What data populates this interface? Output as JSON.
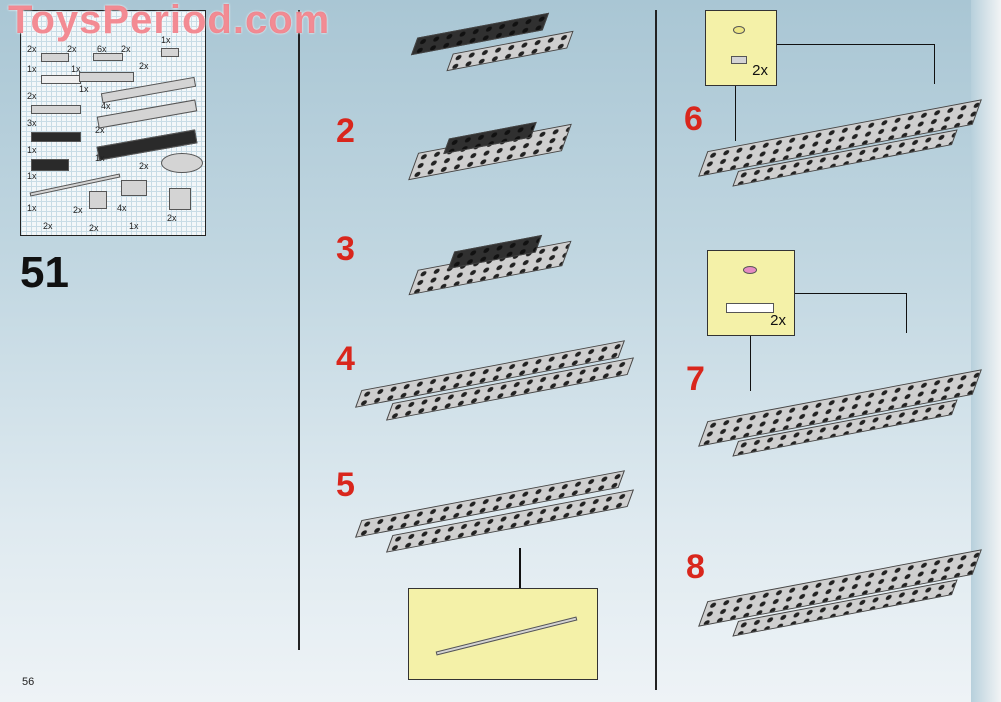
{
  "watermark": "ToysPeriod.com",
  "page_number": "56",
  "main_step": "51",
  "parts_list": {
    "counts": [
      "2x",
      "2x",
      "6x",
      "2x",
      "1x",
      "1x",
      "1x",
      "2x",
      "2x",
      "1x",
      "4x",
      "3x",
      "2x",
      "1x",
      "1x",
      "1x",
      "2x",
      "1x",
      "2x",
      "4x",
      "2x",
      "2x",
      "2x",
      "1x"
    ]
  },
  "steps": [
    "2",
    "3",
    "4",
    "5",
    "6",
    "7",
    "8"
  ],
  "callouts": [
    {
      "quantity": "2x"
    },
    {
      "quantity": "2x"
    }
  ],
  "colors": {
    "step_number": "#d9261c",
    "callout_bg": "#f4f1a8"
  }
}
